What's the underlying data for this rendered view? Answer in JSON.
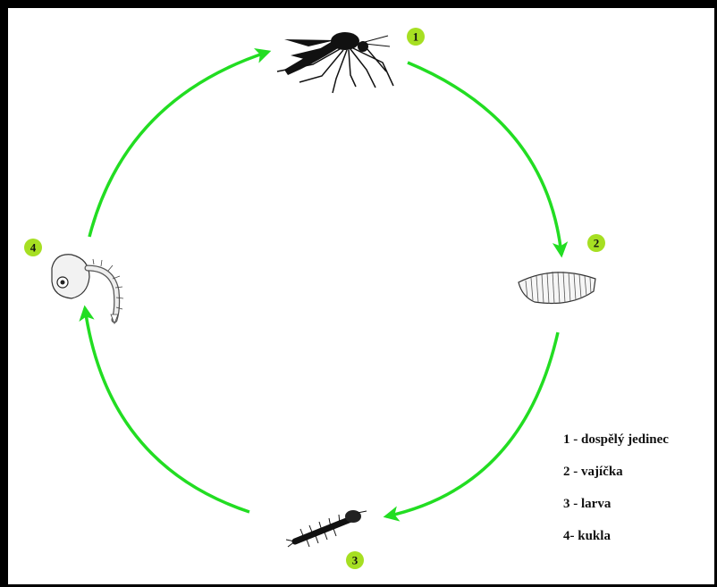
{
  "colors": {
    "arrow": "#22dd22",
    "badge": "#a6df22",
    "frame": "#000000"
  },
  "stages": [
    {
      "number": "1",
      "icon": "adult-mosquito-icon"
    },
    {
      "number": "2",
      "icon": "egg-raft-icon"
    },
    {
      "number": "3",
      "icon": "larva-icon"
    },
    {
      "number": "4",
      "icon": "pupa-icon"
    }
  ],
  "legend": {
    "items": [
      "1 - dospělý jedinec",
      "2 - vajíčka",
      "3 - larva",
      "4- kukla"
    ]
  }
}
